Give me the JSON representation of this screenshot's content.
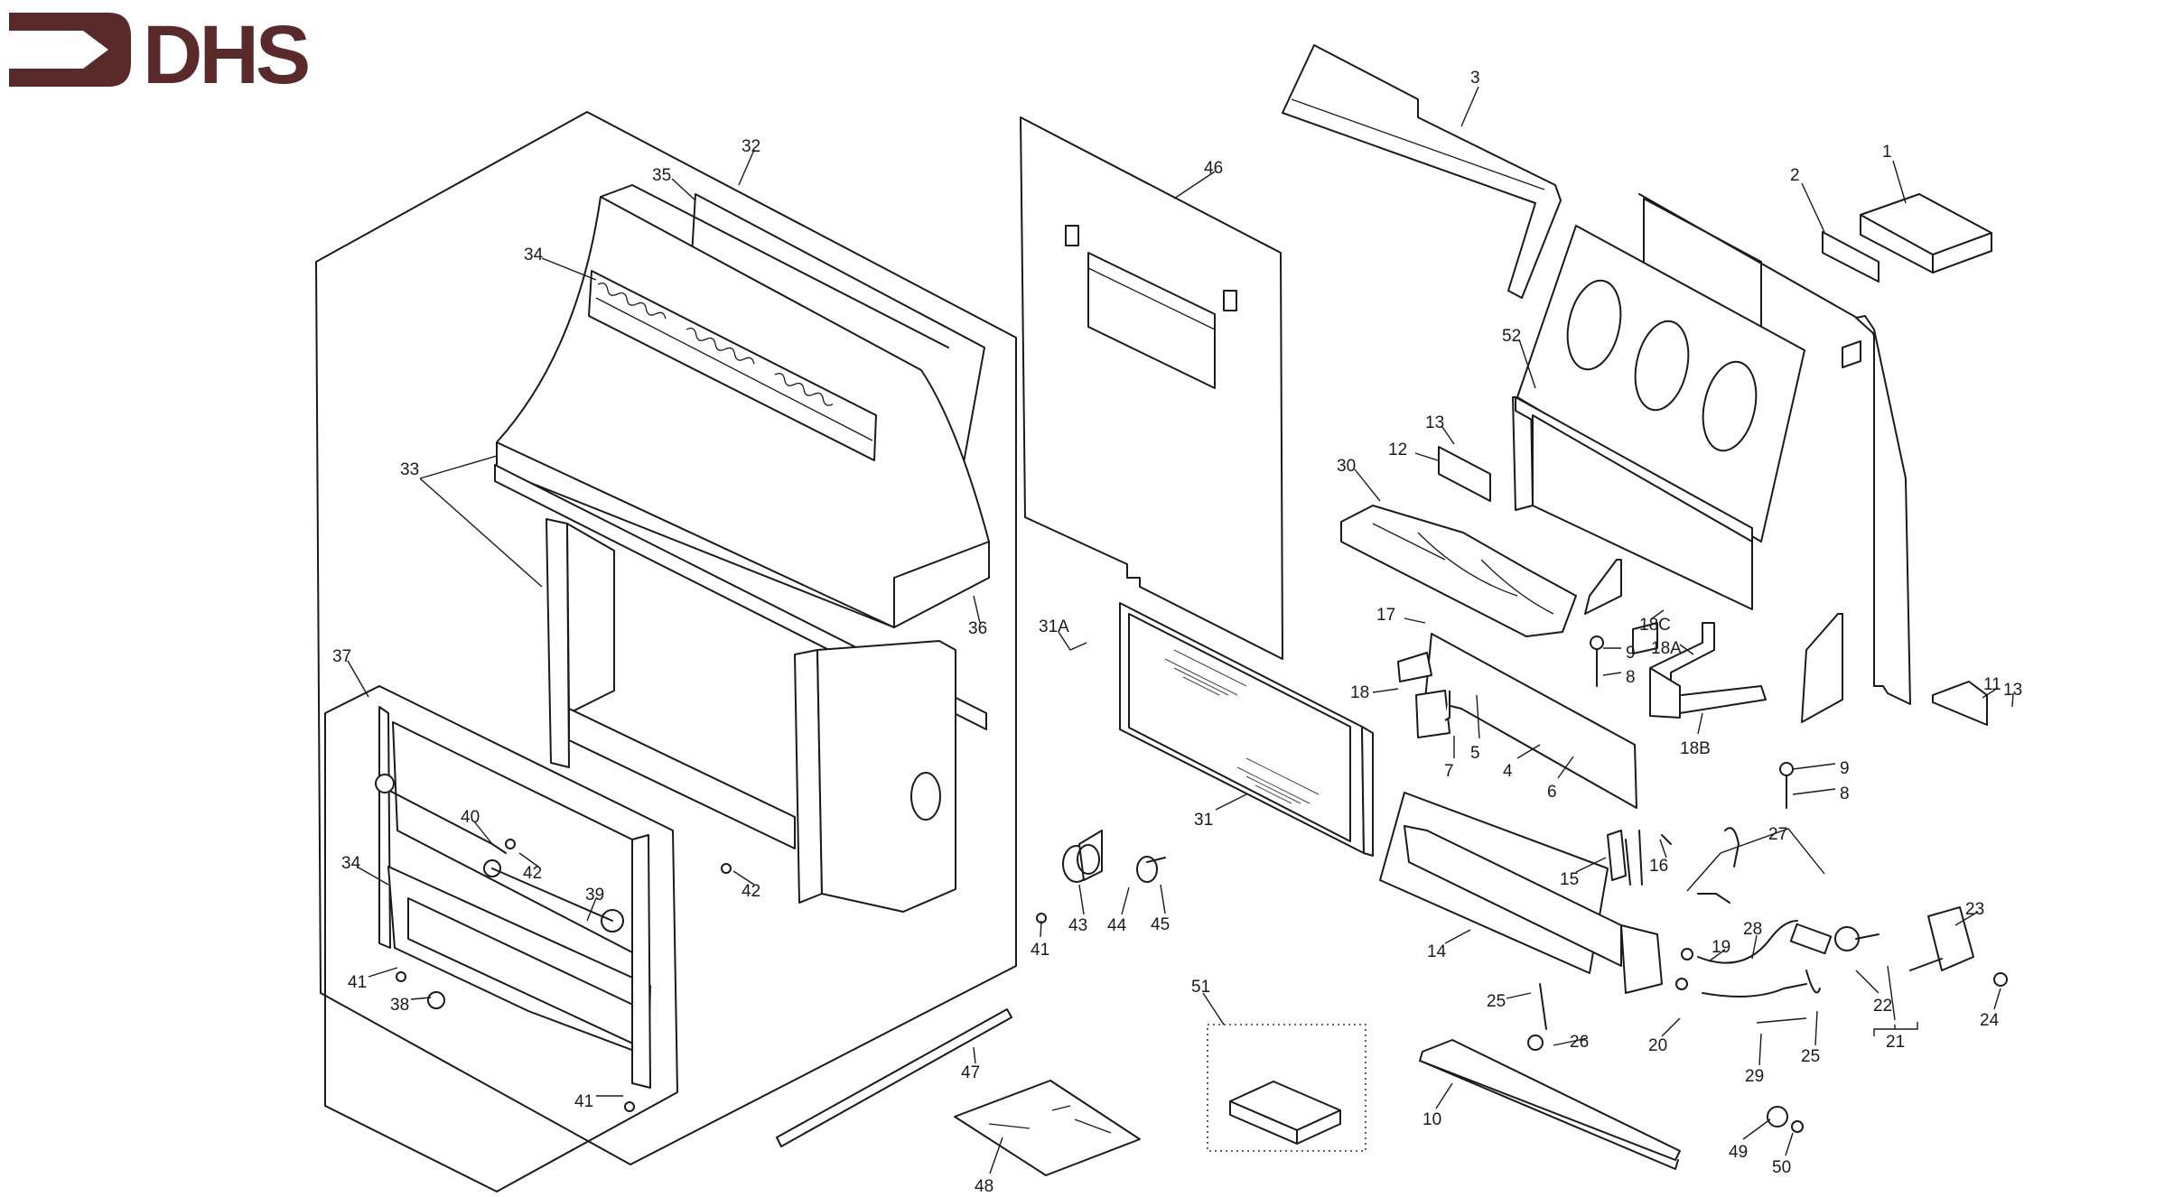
{
  "brand": {
    "logo_text": "DHS",
    "logo_icon": "arrow-right-bracket-icon",
    "color": "#5a2a2a"
  },
  "diagram": {
    "type": "exploded-parts-diagram",
    "subject": "Gas fireplace heater assembly",
    "line_color": "#1a1a1a",
    "background": "#ffffff",
    "callouts": [
      {
        "id": "c1",
        "label": "1",
        "part": "flue-box"
      },
      {
        "id": "c2",
        "label": "2",
        "part": "flue-gasket"
      },
      {
        "id": "c3",
        "label": "3",
        "part": "top-baffle"
      },
      {
        "id": "c4",
        "label": "4",
        "part": "burner-tray"
      },
      {
        "id": "c5",
        "label": "5",
        "part": "bracket"
      },
      {
        "id": "c6",
        "label": "6",
        "part": "bracket"
      },
      {
        "id": "c7",
        "label": "7",
        "part": "bracket"
      },
      {
        "id": "c8a",
        "label": "8",
        "part": "leveling-bolt"
      },
      {
        "id": "c9a",
        "label": "9",
        "part": "nut"
      },
      {
        "id": "c8b",
        "label": "8",
        "part": "leveling-bolt"
      },
      {
        "id": "c9b",
        "label": "9",
        "part": "nut"
      },
      {
        "id": "c10",
        "label": "10",
        "part": "base-rail"
      },
      {
        "id": "c11",
        "label": "11",
        "part": "bracket"
      },
      {
        "id": "c12",
        "label": "12",
        "part": "log-bracket"
      },
      {
        "id": "c13a",
        "label": "13",
        "part": "clip"
      },
      {
        "id": "c13b",
        "label": "13",
        "part": "clip"
      },
      {
        "id": "c14",
        "label": "14",
        "part": "burner"
      },
      {
        "id": "c15",
        "label": "15",
        "part": "pilot-assembly"
      },
      {
        "id": "c16",
        "label": "16",
        "part": "pilot-bracket"
      },
      {
        "id": "c17",
        "label": "17",
        "part": "screw"
      },
      {
        "id": "c18",
        "label": "18",
        "part": "clip"
      },
      {
        "id": "c18A",
        "label": "18A",
        "part": "support-leg"
      },
      {
        "id": "c18B",
        "label": "18B",
        "part": "support-foot"
      },
      {
        "id": "c18C",
        "label": "18C",
        "part": "clip"
      },
      {
        "id": "c19",
        "label": "19",
        "part": "fitting"
      },
      {
        "id": "c20",
        "label": "20",
        "part": "fitting"
      },
      {
        "id": "c21",
        "label": "21",
        "part": "gas-valve"
      },
      {
        "id": "c22",
        "label": "22",
        "part": "valve-fitting"
      },
      {
        "id": "c23",
        "label": "23",
        "part": "valve-bracket"
      },
      {
        "id": "c24",
        "label": "24",
        "part": "knob-clip"
      },
      {
        "id": "c25a",
        "label": "25",
        "part": "gas-pipe"
      },
      {
        "id": "c25b",
        "label": "25",
        "part": "gas-pipe"
      },
      {
        "id": "c26",
        "label": "26",
        "part": "injector"
      },
      {
        "id": "c27",
        "label": "27",
        "part": "pilot-tube"
      },
      {
        "id": "c28",
        "label": "28",
        "part": "gas-tube"
      },
      {
        "id": "c29",
        "label": "29",
        "part": "gas-tube"
      },
      {
        "id": "c30",
        "label": "30",
        "part": "log-set"
      },
      {
        "id": "c31",
        "label": "31",
        "part": "firebox-front"
      },
      {
        "id": "c31A",
        "label": "31A",
        "part": "screw-set"
      },
      {
        "id": "c32",
        "label": "32",
        "part": "hood-back"
      },
      {
        "id": "c33",
        "label": "33",
        "part": "side-panels"
      },
      {
        "id": "c34a",
        "label": "34",
        "part": "decorative-grille"
      },
      {
        "id": "c34b",
        "label": "34",
        "part": "fascia"
      },
      {
        "id": "c35",
        "label": "35",
        "part": "hood-trim"
      },
      {
        "id": "c36",
        "label": "36",
        "part": "hood-base-rail"
      },
      {
        "id": "c37",
        "label": "37",
        "part": "front-frame-assembly"
      },
      {
        "id": "c38",
        "label": "38",
        "part": "knob"
      },
      {
        "id": "c39",
        "label": "39",
        "part": "rail-end"
      },
      {
        "id": "c40",
        "label": "40",
        "part": "brass-rail"
      },
      {
        "id": "c41a",
        "label": "41",
        "part": "screw"
      },
      {
        "id": "c41b",
        "label": "41",
        "part": "screw"
      },
      {
        "id": "c41c",
        "label": "41",
        "part": "screw"
      },
      {
        "id": "c42a",
        "label": "42",
        "part": "screw"
      },
      {
        "id": "c42b",
        "label": "42",
        "part": "screw"
      },
      {
        "id": "c43",
        "label": "43",
        "part": "control-bezel"
      },
      {
        "id": "c44",
        "label": "44",
        "part": "spring"
      },
      {
        "id": "c45",
        "label": "45",
        "part": "control-knob"
      },
      {
        "id": "c46",
        "label": "46",
        "part": "rear-panel"
      },
      {
        "id": "c47",
        "label": "47",
        "part": "rod"
      },
      {
        "id": "c48",
        "label": "48",
        "part": "bag"
      },
      {
        "id": "c49",
        "label": "49",
        "part": "nut"
      },
      {
        "id": "c50",
        "label": "50",
        "part": "olive"
      },
      {
        "id": "c51",
        "label": "51",
        "part": "kit-box"
      },
      {
        "id": "c52",
        "label": "52",
        "part": "heat-exchanger"
      }
    ]
  }
}
